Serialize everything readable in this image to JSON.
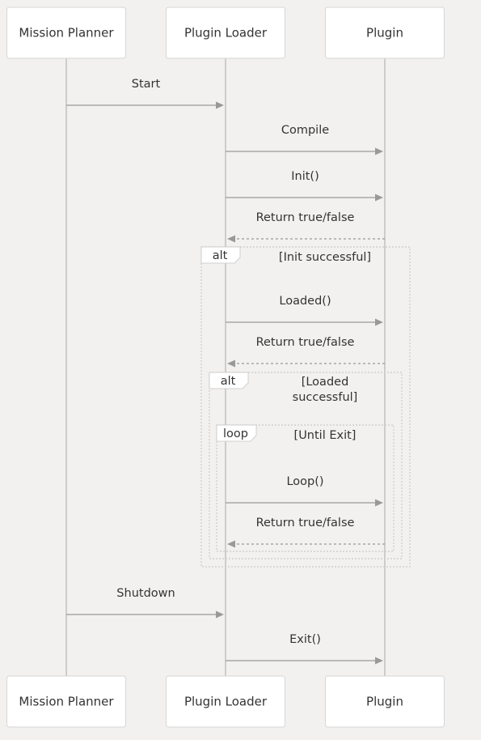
{
  "diagram": {
    "type": "sequence",
    "participants": [
      {
        "id": "mp",
        "label": "Mission Planner"
      },
      {
        "id": "pl",
        "label": "Plugin Loader"
      },
      {
        "id": "pg",
        "label": "Plugin"
      }
    ],
    "messages": [
      {
        "from": "mp",
        "to": "pl",
        "label": "Start",
        "style": "solid"
      },
      {
        "from": "pl",
        "to": "pg",
        "label": "Compile",
        "style": "solid"
      },
      {
        "from": "pl",
        "to": "pg",
        "label": "Init()",
        "style": "solid"
      },
      {
        "from": "pg",
        "to": "pl",
        "label": "Return true/false",
        "style": "dashed"
      },
      {
        "from": "pl",
        "to": "pg",
        "label": "Loaded()",
        "style": "solid"
      },
      {
        "from": "pg",
        "to": "pl",
        "label": "Return true/false",
        "style": "dashed"
      },
      {
        "from": "pl",
        "to": "pg",
        "label": "Loop()",
        "style": "solid"
      },
      {
        "from": "pg",
        "to": "pl",
        "label": "Return true/false",
        "style": "dashed"
      },
      {
        "from": "mp",
        "to": "pl",
        "label": "Shutdown",
        "style": "solid"
      },
      {
        "from": "pl",
        "to": "pg",
        "label": "Exit()",
        "style": "solid"
      }
    ],
    "fragments": [
      {
        "keyword": "alt",
        "condition_lines": [
          "[Init successful]"
        ],
        "spans_messages": [
          4,
          7
        ]
      },
      {
        "keyword": "alt",
        "condition_lines": [
          "[Loaded",
          "successful]"
        ],
        "spans_messages": [
          6,
          7
        ]
      },
      {
        "keyword": "loop",
        "condition_lines": [
          "[Until Exit]"
        ],
        "spans_messages": [
          6,
          7
        ]
      }
    ],
    "colors": {
      "background": "#f2f1ef",
      "box_fill": "#ffffff",
      "box_border": "#d6d6d6",
      "lifeline": "#c4c4c4",
      "arrow": "#999999",
      "text": "#333333"
    }
  }
}
